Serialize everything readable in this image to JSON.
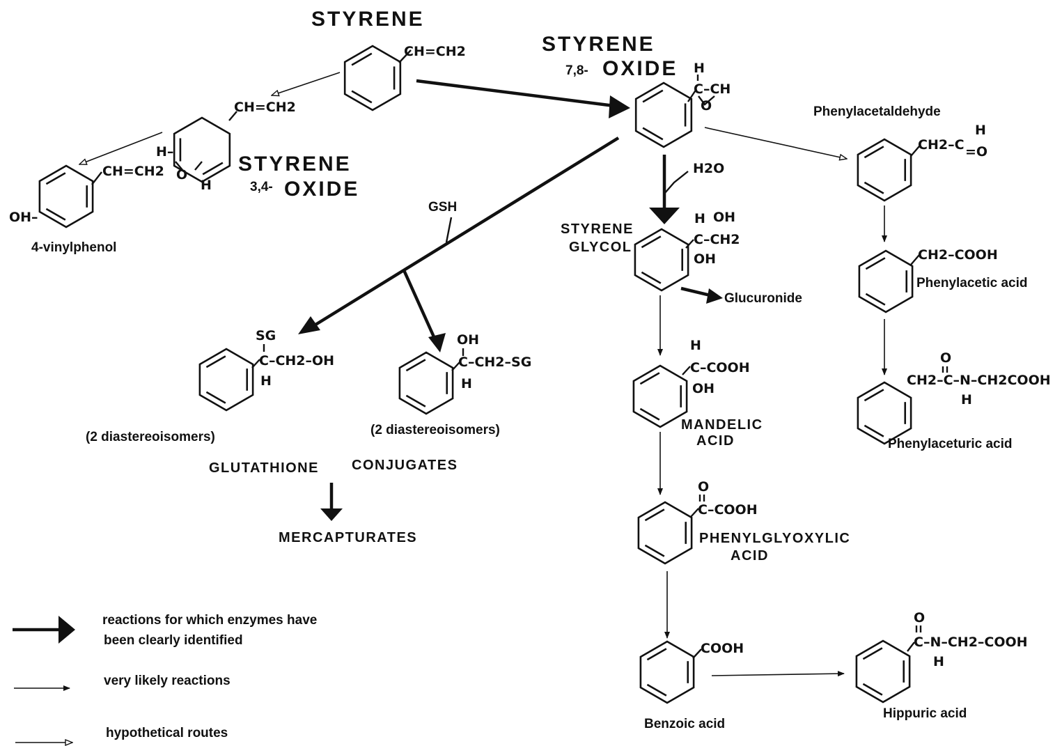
{
  "compounds": {
    "styrene": {
      "name": "STYRENE",
      "substituent": "CH=CH2"
    },
    "styrene_78_oxide": {
      "line1": "STYRENE",
      "prefix": "7,8-",
      "line2": "OXIDE",
      "atoms": {
        "h": "H",
        "c_ch": "C–CH",
        "o": "O"
      }
    },
    "styrene_34_oxide": {
      "line1": "STYRENE",
      "prefix": "3,4-",
      "line2": "OXIDE",
      "substituent": "CH=CH2",
      "atoms": {
        "h_top": "H–",
        "o": "O",
        "h_bottom": "H"
      }
    },
    "vinylphenol": {
      "name": "4-vinylphenol",
      "substituent": "CH=CH2",
      "oh": "OH–"
    },
    "phenylacetaldehyde": {
      "name": "Phenylacetaldehyde",
      "substituent": "CH2–C",
      "h": "H",
      "o": "=O"
    },
    "phenylacetic_acid": {
      "name": "Phenylacetic acid",
      "substituent": "CH2–COOH"
    },
    "phenylaceturic_acid": {
      "name": "Phenylaceturic acid",
      "substituent": "CH2–C–N–CH2COOH",
      "o": "O",
      "h": "H"
    },
    "styrene_glycol": {
      "line1": "STYRENE",
      "line2": "GLYCOL",
      "atoms": {
        "h": "H",
        "oh_top": "OH",
        "chain": "C–CH2",
        "oh_bottom": "OH"
      }
    },
    "glucuronide": {
      "name": "Glucuronide"
    },
    "mandelic_acid": {
      "line1": "MANDELIC",
      "line2": "ACID",
      "atoms": {
        "h": "H",
        "chain": "C–COOH",
        "oh": "OH"
      }
    },
    "phenylglyoxylic_acid": {
      "line1": "PHENYLGLYOXYLIC",
      "line2": "ACID",
      "atoms": {
        "o": "O",
        "chain": "C–COOH"
      }
    },
    "benzoic_acid": {
      "name": "Benzoic acid",
      "substituent": "COOH"
    },
    "hippuric_acid": {
      "name": "Hippuric acid",
      "atoms": {
        "o": "O",
        "chain": "C–N–CH2–COOH",
        "h": "H"
      }
    },
    "gsh_conjugate_1": {
      "note": "(2 diastereoisomers)",
      "atoms": {
        "sg": "SG",
        "chain": "C–CH2–OH",
        "h": "H"
      }
    },
    "gsh_conjugate_2": {
      "note": "(2 diastereoisomers)",
      "atoms": {
        "oh": "OH",
        "chain": "C–CH2–SG",
        "h": "H"
      }
    },
    "glutathione_conjugates": {
      "line1": "GLUTATHIONE",
      "line2": "CONJUGATES"
    },
    "mercapturates": {
      "name": "MERCAPTURATES"
    }
  },
  "reagents": {
    "water": "H2O",
    "gsh": "GSH"
  },
  "legend": [
    {
      "style": "thick",
      "text_lines": [
        "reactions for which enzymes have",
        "been clearly identified"
      ]
    },
    {
      "style": "thin",
      "text_lines": [
        "very likely reactions"
      ]
    },
    {
      "style": "hypothetical",
      "text_lines": [
        "hypothetical routes"
      ]
    }
  ]
}
